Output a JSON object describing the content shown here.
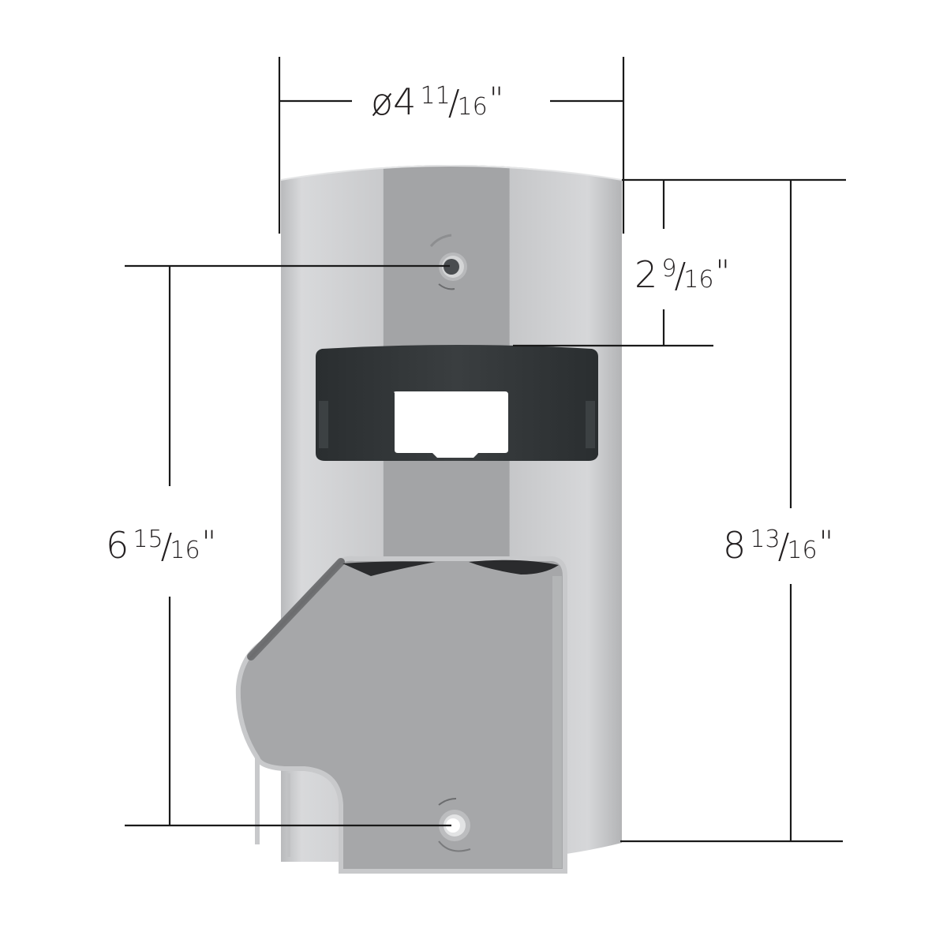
{
  "diagram": {
    "subject": "cylindrical wall-mount bracket",
    "colors": {
      "background": "#ffffff",
      "line": "#1a1a1a",
      "text": "#231f20",
      "body_light": "#cfd0d2",
      "body_center": "#a3a4a6",
      "window_dark": "#2e3234",
      "cover_plate": "#a6a7a9"
    },
    "dimensions": {
      "diameter": {
        "prefix": "ø",
        "whole": "4",
        "numerator": "11",
        "denominator": "16",
        "unit": "\""
      },
      "top_to_window": {
        "prefix": "",
        "whole": "2",
        "numerator": "9",
        "denominator": "16",
        "unit": "\""
      },
      "hole_spacing": {
        "prefix": "",
        "whole": "6",
        "numerator": "15",
        "denominator": "16",
        "unit": "\""
      },
      "overall_height": {
        "prefix": "",
        "whole": "8",
        "numerator": "13",
        "denominator": "16",
        "unit": "\""
      }
    }
  }
}
